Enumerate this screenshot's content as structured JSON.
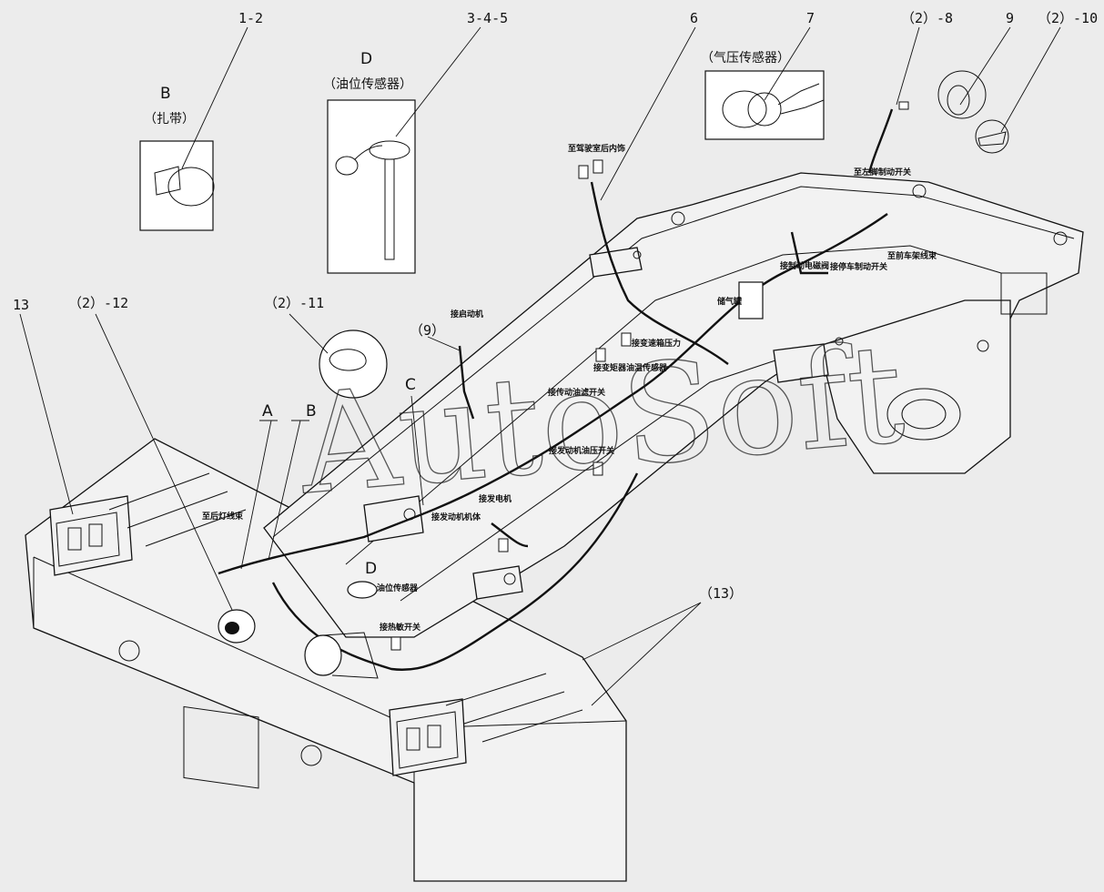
{
  "watermark": "AutoSoft",
  "callouts": [
    {
      "id": "c-1-2",
      "text": "1-2"
    },
    {
      "id": "c-3-4-5",
      "text": "3-4-5"
    },
    {
      "id": "c-6",
      "text": "6"
    },
    {
      "id": "c-7",
      "text": "7"
    },
    {
      "id": "c-2-8",
      "text": "（2）-8"
    },
    {
      "id": "c-9",
      "text": "9"
    },
    {
      "id": "c-2-10",
      "text": "（2）-10"
    },
    {
      "id": "c-13a",
      "text": "13"
    },
    {
      "id": "c-2-12",
      "text": "（2）-12"
    },
    {
      "id": "c-2-11",
      "text": "（2）-11"
    },
    {
      "id": "c-9b",
      "text": "（9）"
    },
    {
      "id": "c-13b",
      "text": "（13）"
    }
  ],
  "detail_views": {
    "B": {
      "letter": "B",
      "title": "（扎带）"
    },
    "D": {
      "letter": "D",
      "title": "（油位传感器）"
    },
    "pressure": {
      "title": "（气压传感器）"
    }
  },
  "letters": {
    "A": "A",
    "B": "B",
    "C": "C",
    "D": "D"
  },
  "wire_labels": [
    "至驾驶室后内饰",
    "至左脚制动开关",
    "接制动电磁阀",
    "接停车制动开关",
    "至前车架线束",
    "储气罐",
    "接启动机",
    "接变速箱压力",
    "接变矩器油温传感器",
    "接传动油滤开关",
    "接发动机油压开关",
    "接发电机",
    "接发动机机体",
    "至后灯线束",
    "油位传感器",
    "接热敏开关"
  ]
}
